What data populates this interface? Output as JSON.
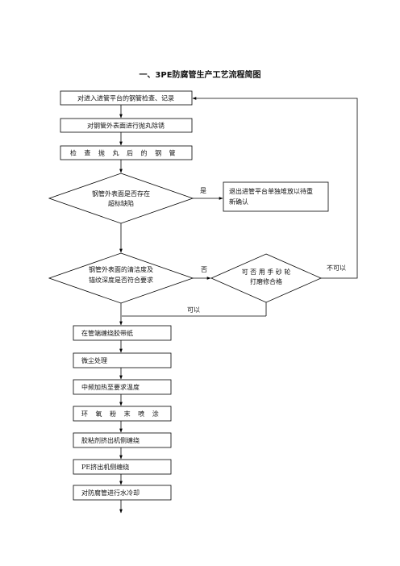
{
  "title": "一、3PE防腐管生产工艺流程简图",
  "steps": {
    "s1": "对进入进管平台的钢管检查、记录",
    "s2": "对钢管外表面进行抛丸除锈",
    "s3": "检 查 抛 丸 后 的 钢 管",
    "d1_l1": "钢管外表面是否存在",
    "d1_l2": "超标缺陷",
    "yes": "是",
    "reject_l1": "退出进管平台单独堆放以待重",
    "reject_l2": "新确认",
    "d2_l1": "钢管外表面的清洁度及",
    "d2_l2": "锚纹深度是否符合要求",
    "no": "否",
    "d3_l1": "可 否 用 手 砂 轮",
    "d3_l2": "打磨修合格",
    "cannot": "不可以",
    "can": "可以",
    "s4": "在管端缠绕胶带纸",
    "s5": "微尘处理",
    "s6": "中频加热至要求温度",
    "s7": "环 氧 粉 末 喷 涂",
    "s8": "胶粘剂挤出机侧缠绕",
    "s9": "PE挤出机侧缠绕",
    "s10": "对防腐管进行水冷却"
  }
}
